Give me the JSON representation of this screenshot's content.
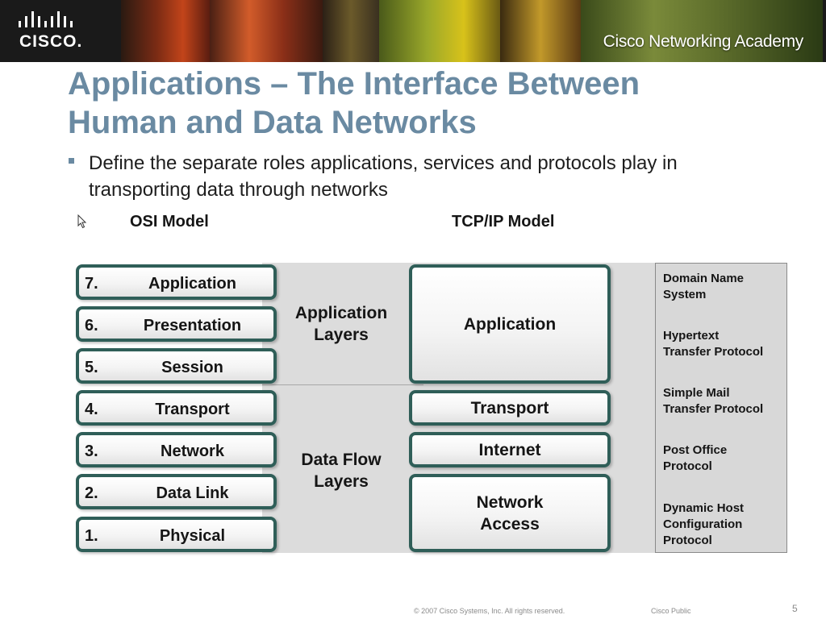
{
  "header": {
    "logo_text": "CISCO.",
    "academy_text": "Cisco Networking Academy"
  },
  "slide": {
    "title_line1": "Applications – The Interface Between",
    "title_line2": "Human and Data Networks",
    "bullet": "Define the separate roles applications, services and protocols play in transporting data through networks"
  },
  "diagram": {
    "osi_heading": "OSI Model",
    "tcpip_heading": "TCP/IP Model",
    "osi_layers": [
      {
        "num": "7.",
        "name": "Application"
      },
      {
        "num": "6.",
        "name": "Presentation"
      },
      {
        "num": "5.",
        "name": "Session"
      },
      {
        "num": "4.",
        "name": "Transport"
      },
      {
        "num": "3.",
        "name": "Network"
      },
      {
        "num": "2.",
        "name": "Data Link"
      },
      {
        "num": "1.",
        "name": "Physical"
      }
    ],
    "group_labels": {
      "application_line1": "Application",
      "application_line2": "Layers",
      "dataflow_line1": "Data Flow",
      "dataflow_line2": "Layers"
    },
    "tcpip_layers": [
      {
        "line1": "Application",
        "line2": ""
      },
      {
        "line1": "Transport",
        "line2": ""
      },
      {
        "line1": "Internet",
        "line2": ""
      },
      {
        "line1": "Network",
        "line2": "Access"
      }
    ],
    "protocols": [
      {
        "line1": "Domain Name",
        "line2": "System",
        "line3": ""
      },
      {
        "line1": "Hypertext",
        "line2": "Transfer Protocol",
        "line3": ""
      },
      {
        "line1": "Simple Mail",
        "line2": "Transfer Protocol",
        "line3": ""
      },
      {
        "line1": "Post Office",
        "line2": "Protocol",
        "line3": ""
      },
      {
        "line1": "Dynamic Host",
        "line2": "Configuration",
        "line3": "Protocol"
      }
    ],
    "colors": {
      "box_border": "#2f5e58",
      "band": "#dcdcdc",
      "title": "#6a8aa2"
    }
  },
  "footer": {
    "copyright": "© 2007 Cisco Systems, Inc. All rights reserved.",
    "classification": "Cisco Public",
    "page_number": "5"
  }
}
